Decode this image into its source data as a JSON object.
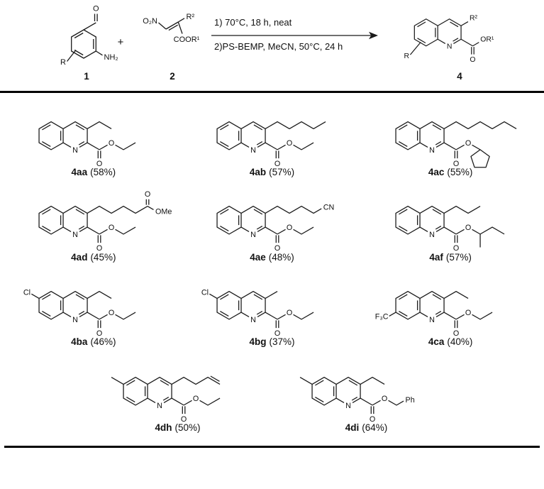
{
  "scheme": {
    "conditions_line1": "1) 70°C, 18 h, neat",
    "conditions_line2": "2)PS-BEMP, MeCN, 50°C, 24 h",
    "reactant1_label": "1",
    "reactant2_label": "2",
    "product_label": "4",
    "plus": "+"
  },
  "labels": {
    "N": "N",
    "O": "O",
    "Cl": "Cl",
    "OMe": "OMe",
    "CN": "CN",
    "F3C": "F₃C",
    "Ph": "Ph",
    "NH2": "NH₂",
    "O2N": "O₂N",
    "R": "R",
    "R2": "R²",
    "OR1": "OR¹",
    "COOR1": "COOR¹"
  },
  "products": [
    {
      "id": "4aa",
      "yield": "(58%)"
    },
    {
      "id": "4ab",
      "yield": "(57%)"
    },
    {
      "id": "4ac",
      "yield": "(55%)"
    },
    {
      "id": "4ad",
      "yield": "(45%)"
    },
    {
      "id": "4ae",
      "yield": "(48%)"
    },
    {
      "id": "4af",
      "yield": "(57%)"
    },
    {
      "id": "4ba",
      "yield": "(46%)"
    },
    {
      "id": "4bg",
      "yield": "(37%)"
    },
    {
      "id": "4ca",
      "yield": "(40%)"
    },
    {
      "id": "4dh",
      "yield": "(50%)"
    },
    {
      "id": "4di",
      "yield": "(64%)"
    }
  ]
}
